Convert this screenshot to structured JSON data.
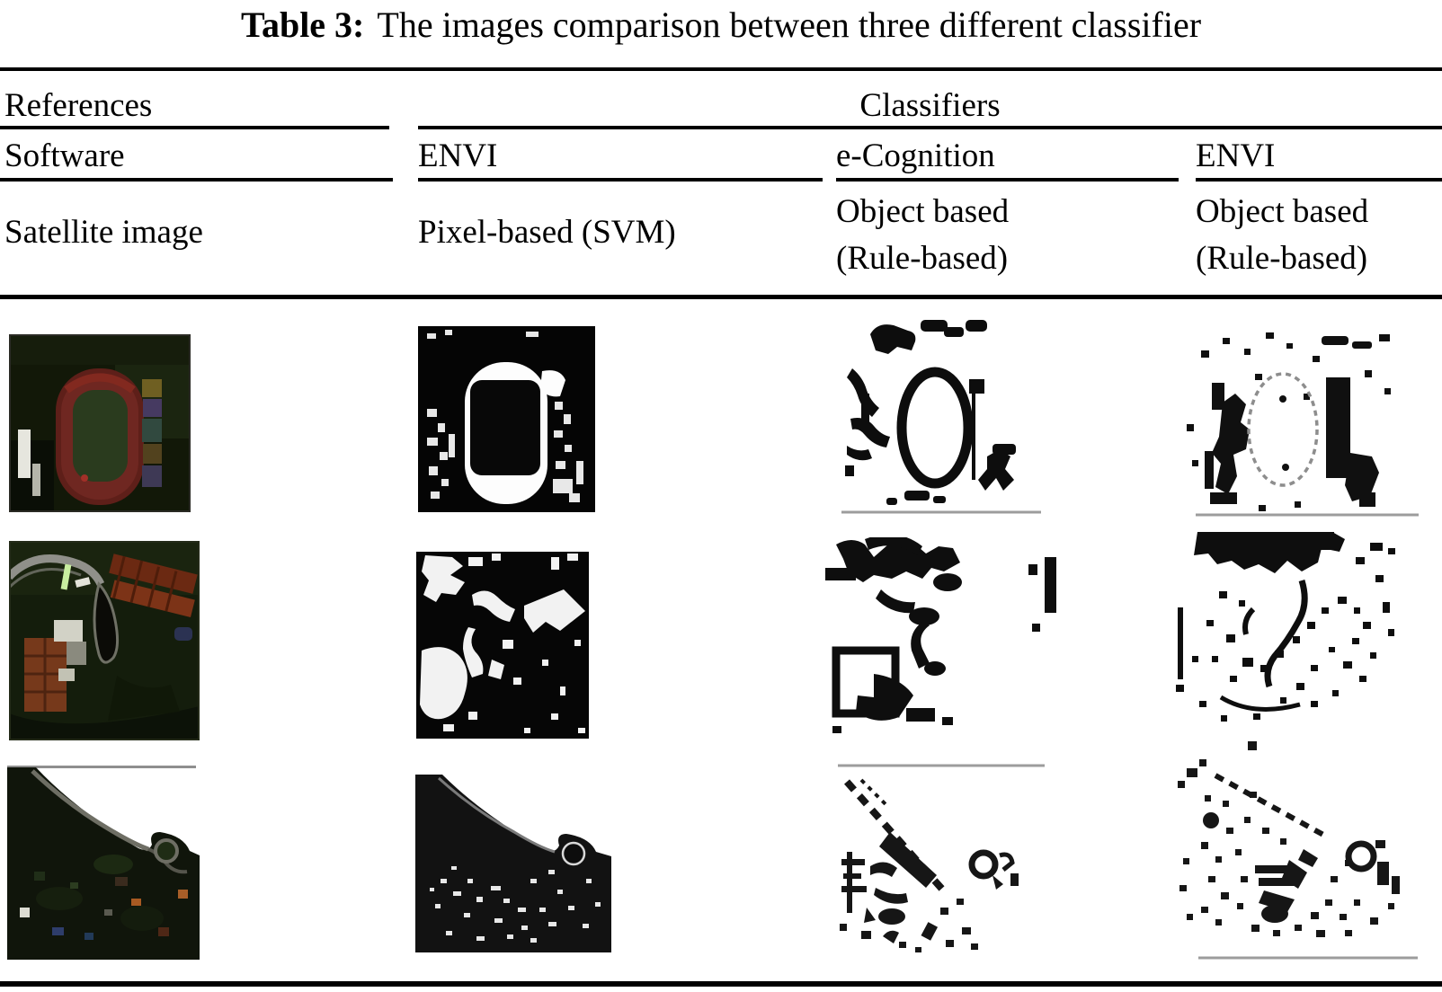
{
  "title": {
    "label": "Table 3:",
    "text": "The images comparison between three different classifier"
  },
  "header": {
    "references": "References",
    "classifiers": "Classifiers",
    "software_row": {
      "label": "Software",
      "envi1": "ENVI",
      "ecognition": "e-Cognition",
      "envi2": "ENVI"
    },
    "method_row": {
      "label": "Satellite image",
      "pixel": "Pixel-based (SVM)",
      "object1_line1": "Object based",
      "object1_line2": "(Rule-based)",
      "object2_line1": "Object based",
      "object2_line2": "(Rule-based)"
    }
  },
  "images": {
    "row1": {
      "reference": "Satellite photo of a stadium running track with green infield",
      "pixel_based": "Pixel-based SVM classification of stadium: white stadium ring on black background",
      "ecognition_object": "e-Cognition object-based classification of stadium: black oval outline and blobs on white",
      "envi_object": "ENVI object-based classification of stadium: speckled gray oval outline with black bar on white"
    },
    "row2": {
      "reference": "Satellite photo of buildings, curved road and vegetation",
      "pixel_based": "Pixel-based SVM classification of buildings: white patches on black background",
      "ecognition_object": "e-Cognition object-based classification of buildings: black blobs and square outline on white",
      "envi_object": "ENVI object-based classification of buildings: black band, curves and scattered dots on white"
    },
    "row3": {
      "reference": "Satellite photo of coastal urban area with diagonal shoreline and roundabout",
      "pixel_based": "Pixel-based SVM classification of coastal area: dark mass with white speckles",
      "ecognition_object": "e-Cognition object-based classification of coastal area: scattered black marks and circle outline on white",
      "envi_object": "ENVI object-based classification of coastal area: scattered black dots and circle outline on white"
    }
  },
  "colors": {
    "rule_black": "#000000",
    "baseline_gray": "#9c9c9c",
    "track_red": "#6f2721",
    "field_green": "#2a3b1e",
    "vegetation_dark_green": "#141d0c",
    "road_gray": "#90908a",
    "brick_red": "#76391b",
    "classification_black": "#0e0e0e",
    "classification_white": "#f2f2f2"
  }
}
